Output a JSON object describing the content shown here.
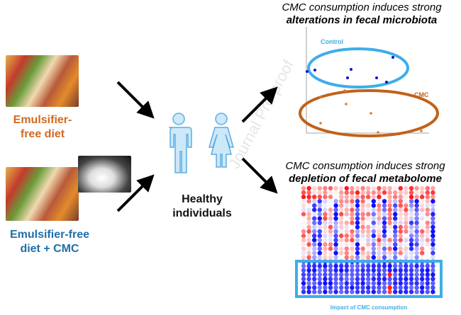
{
  "left": {
    "group1_label": "Emulsifier-free diet",
    "group1_line1": "Emulsifier-",
    "group1_line2": "free diet",
    "group2_line1": "Emulsifier-free",
    "group2_line2": "diet + CMC",
    "group1_color": "#d2691e",
    "group2_color": "#1f6fa8"
  },
  "center": {
    "line1": "Healthy",
    "line2": "individuals"
  },
  "top_panel": {
    "title_line1": "CMC consumption induces strong",
    "title_line2": "alterations in fecal microbiota",
    "control_label": "Control",
    "cmc_label": "CMC",
    "control_color": "#3daee9",
    "cmc_color": "#c0621a"
  },
  "bottom_panel": {
    "title_line1": "CMC consumption induces strong",
    "title_line2": "depletion of fecal metabolome",
    "box_label": "Impact of CMC consumption",
    "box_color": "#3daee9"
  },
  "watermark": "Journal Pre-proof"
}
